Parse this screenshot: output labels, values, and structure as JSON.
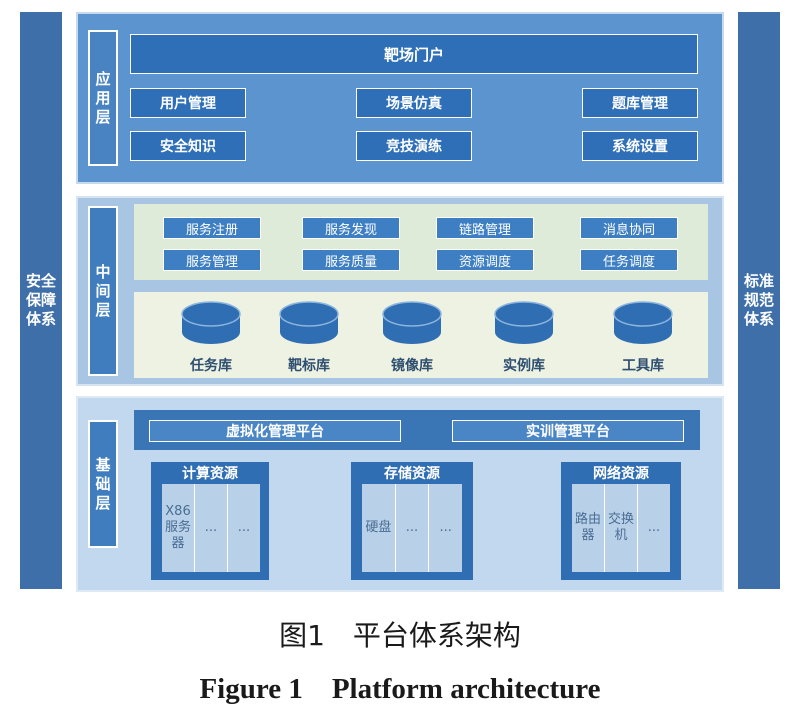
{
  "side_left": "安全保障体系",
  "side_right": "标准规范体系",
  "app_layer": {
    "label": "应用层",
    "portal": "靶场门户",
    "modules": [
      "用户管理",
      "场景仿真",
      "题库管理",
      "安全知识",
      "竞技演练",
      "系统设置"
    ]
  },
  "middle_layer": {
    "label": "中间层",
    "services": [
      "服务注册",
      "服务发现",
      "链路管理",
      "消息协同",
      "服务管理",
      "服务质量",
      "资源调度",
      "任务调度"
    ],
    "databases": [
      "任务库",
      "靶标库",
      "镜像库",
      "实例库",
      "工具库"
    ]
  },
  "base_layer": {
    "label": "基础层",
    "platforms": [
      "虚拟化管理平台",
      "实训管理平台"
    ],
    "resources": [
      {
        "title": "计算资源",
        "cells": [
          "X86服务器",
          "...",
          "..."
        ]
      },
      {
        "title": "存储资源",
        "cells": [
          "硬盘",
          "...",
          "..."
        ]
      },
      {
        "title": "网络资源",
        "cells": [
          "路由器",
          "交换机",
          "..."
        ]
      }
    ]
  },
  "caption": {
    "cn": "图1　平台体系架构",
    "en": "Figure 1　Platform architecture"
  },
  "colors": {
    "pillar": "#3f6fa8",
    "app_layer": "#5b94cf",
    "middle_layer": "#a8c6e4",
    "base_layer": "#c2d8ee",
    "box": "#2e6fb7",
    "database": "#2f6eb2"
  }
}
